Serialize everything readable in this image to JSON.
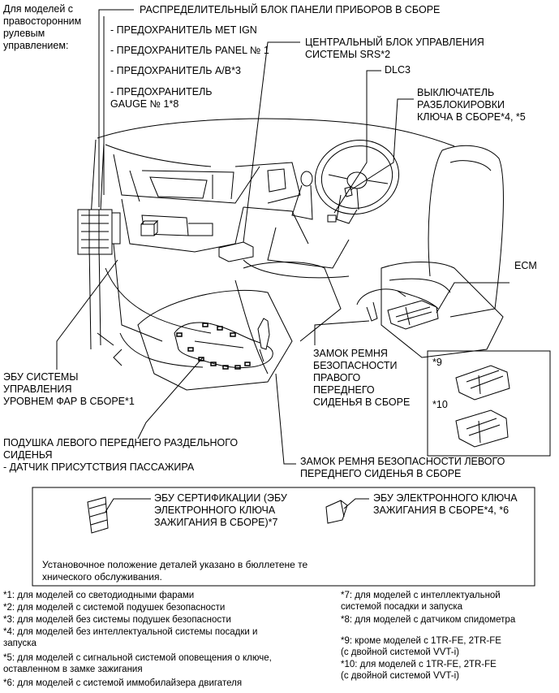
{
  "header_note": "Для моделей с\nправосторонним\nрулевым\nуправлением:",
  "labels": {
    "junction_block": "РАСПРЕДЕЛИТЕЛЬНЫЙ БЛОК ПАНЕЛИ ПРИБОРОВ В СБОРЕ",
    "fuse_met_ign": "- ПРЕДОХРАНИТЕЛЬ MET IGN",
    "fuse_panel": "- ПРЕДОХРАНИТЕЛЬ PANEL № 1",
    "fuse_ab": "- ПРЕДОХРАНИТЕЛЬ A/B*3",
    "fuse_gauge": "- ПРЕДОХРАНИТЕЛЬ\nGAUGE № 1*8",
    "srs_center": "ЦЕНТРАЛЬНЫЙ БЛОК УПРАВЛЕНИЯ\nСИСТЕМЫ SRS*2",
    "dlc3": "DLC3",
    "key_unlock_switch": "ВЫКЛЮЧАТЕЛЬ\nРАЗБЛОКИРОВКИ\nКЛЮЧА В СБОРЕ*4, *5",
    "ecm": "ECM",
    "headlamp_leveling_ecu": "ЭБУ СИСТЕМЫ\nУПРАВЛЕНИЯ\nУРОВНЕМ ФАР В СБОРЕ*1",
    "right_buckle": "ЗАМОК РЕМНЯ\nБЕЗОПАСНОСТИ\nПРАВОГО\nПЕРЕДНЕГО\nСИДЕНЬЯ В СБОРЕ",
    "left_cushion": "ПОДУШКА ЛЕВОГО ПЕРЕДНЕГО РАЗДЕЛЬНОГО\nСИДЕНЬЯ\n- ДАТЧИК ПРИСУТСТВИЯ ПАССАЖИРА",
    "left_buckle": "ЗАМОК РЕМНЯ БЕЗОПАСНОСТИ ЛЕВОГО\nПЕРЕДНЕГО СИДЕНЬЯ В СБОРЕ",
    "ecm_variant_9": "*9",
    "ecm_variant_10": "*10"
  },
  "parts_box": {
    "cert_ecu": "ЭБУ СЕРТИФИКАЦИИ (ЭБУ\nЭЛЕКТРОННОГО КЛЮЧА\nЗАЖИГАНИЯ В СБОРЕ)*7",
    "key_ecu": "ЭБУ ЭЛЕКТРОННОГО КЛЮЧА\nЗАЖИГАНИЯ В СБОРЕ*4, *6",
    "note": "Установочное положение деталей указано в бюллетене те\nхнического обслуживания."
  },
  "footnotes_left": [
    "*1: для моделей со светодиодными фарами",
    "*2: для моделей с системой подушек безопасности",
    "*3: для моделей без системы подушек безопасности",
    "*4: для моделей без интеллектуальной системы посадки и\nзапуска",
    "*5: для моделей с сигнальной системой оповещения о ключе,\nоставленном в замке зажигания",
    "*6: для моделей с системой иммобилайзера двигателя"
  ],
  "footnotes_right": [
    "*7: для моделей с интеллектуальной\nсистемой посадки и запуска",
    "*8: для моделей с датчиком спидометра",
    "*9: кроме моделей с 1TR-FE, 2TR-FE\n(с двойной системой VVT-i)",
    "*10: для моделей с 1TR-FE, 2TR-FE\n(с двойной системой VVT-i)"
  ]
}
